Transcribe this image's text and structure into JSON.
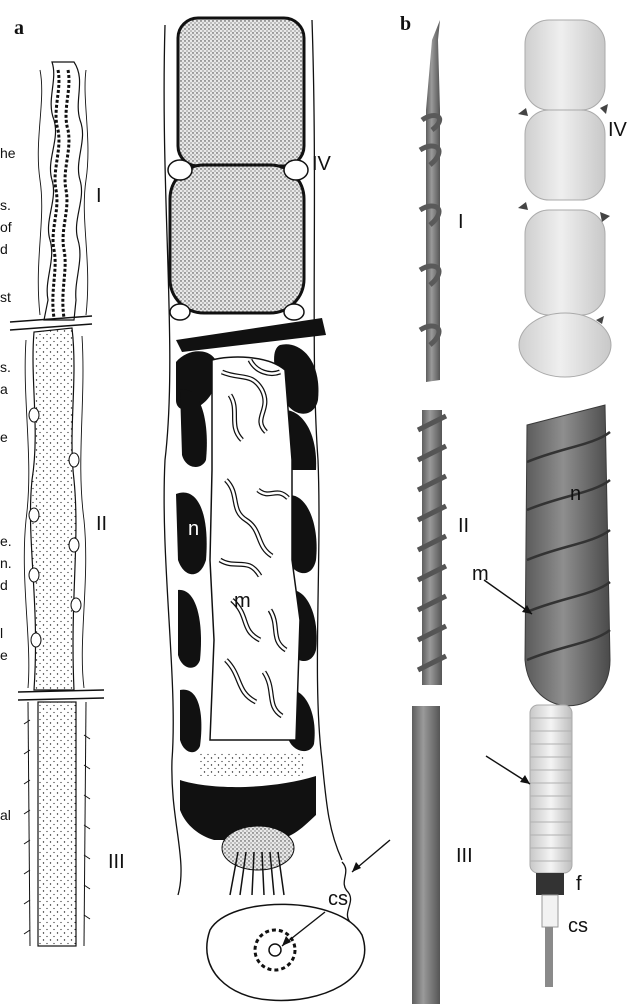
{
  "panels": {
    "a": "a",
    "b": "b"
  },
  "regions": {
    "I": "I",
    "II": "II",
    "III": "III",
    "IV": "IV"
  },
  "labels": {
    "n": "n",
    "m": "m",
    "cs": "cs",
    "f": "f"
  },
  "left_margin_fragments": [
    "he",
    "s.",
    "of",
    "d",
    "st",
    "s.",
    "a",
    "e",
    "e.",
    "n.",
    "d",
    "l",
    "e",
    "al"
  ],
  "colors": {
    "ink": "#111111",
    "rod_gray": "#7a7a7a",
    "pale_gray": "#e2e2e2",
    "dark_gray": "#6e6e6e",
    "tube_light": "#dcdcdc"
  }
}
